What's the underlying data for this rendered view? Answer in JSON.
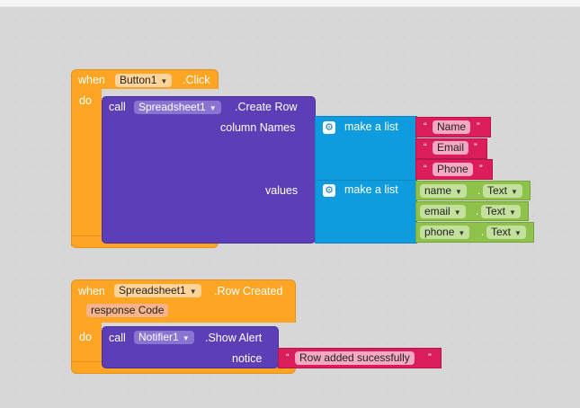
{
  "event1": {
    "when_label": "when",
    "component": "Button1",
    "event": ".Click",
    "do_label": "do",
    "call_label": "call",
    "call_component": "Spreadsheet1",
    "method": ".Create Row",
    "arg1_label": "column Names",
    "arg2_label": "values",
    "list_label": "make a list",
    "column_names": [
      "Name",
      "Email",
      "Phone"
    ],
    "values": [
      {
        "var": "name",
        "prop": "Text"
      },
      {
        "var": "email",
        "prop": "Text"
      },
      {
        "var": "phone",
        "prop": "Text"
      }
    ],
    "dot": "."
  },
  "event2": {
    "when_label": "when",
    "component": "Spreadsheet1",
    "event": ".Row Created",
    "param": "response Code",
    "do_label": "do",
    "call_label": "call",
    "call_component": "Notifier1",
    "method": ".Show Alert",
    "arg_label": "notice",
    "message": "Row added sucessfully"
  },
  "quote_open": "“",
  "quote_close": "”",
  "colors": {
    "event_orange": "#fea524",
    "call_purple": "#5c3fb6",
    "list_blue": "#0e9cdf",
    "text_pink": "#dc1d5c",
    "component_green": "#8fc24a"
  }
}
